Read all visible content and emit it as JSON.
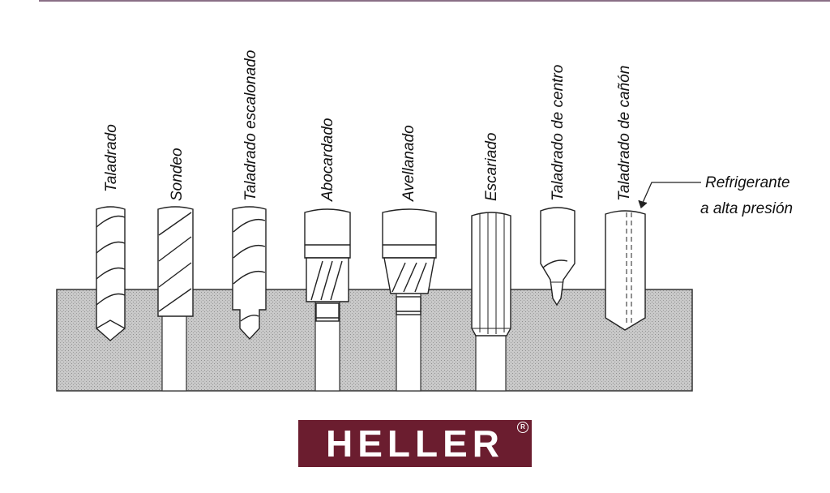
{
  "diagram": {
    "tools": [
      {
        "id": "taladrado",
        "label": "Taladrado"
      },
      {
        "id": "sondeo",
        "label": "Sondeo"
      },
      {
        "id": "taladrado-escalonado",
        "label": "Taladrado escalonado"
      },
      {
        "id": "abocardado",
        "label": "Abocardado"
      },
      {
        "id": "avellanado",
        "label": "Avellanado"
      },
      {
        "id": "escariado",
        "label": "Escariado"
      },
      {
        "id": "taladrado-de-centro",
        "label": "Taladrado de centro"
      },
      {
        "id": "taladrado-de-canon",
        "label": "Taladrado de cañón"
      }
    ],
    "callout": {
      "line1": "Refrigerante",
      "line2": "a alta presión"
    }
  },
  "logo": {
    "text": "HELLER",
    "registered": "R",
    "color": "#6b1d2f"
  }
}
